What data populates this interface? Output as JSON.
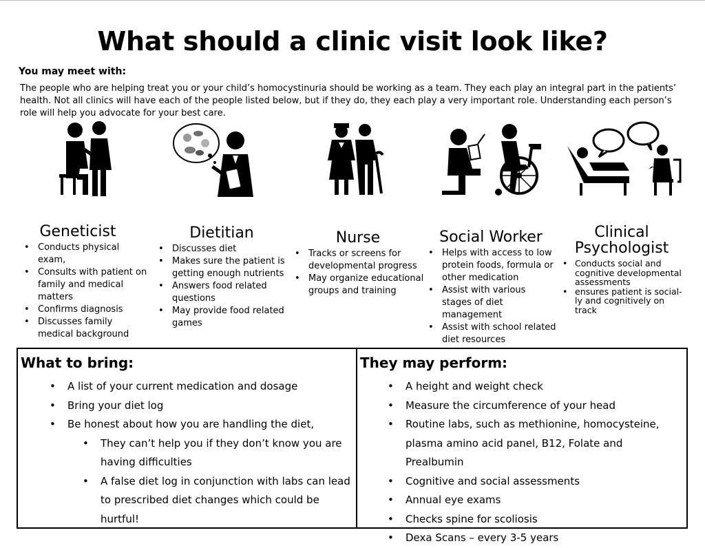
{
  "title": "What should a clinic visit look like?",
  "intro": {
    "heading": "You may meet with:",
    "text": "The people who are helping treat you or your child’s homocystinuria should be working as a team. They each play an integral part in the patients’ health. Not all clinics will have each of the people listed below, but if they do, they each play a very important role.  Understanding each person’s role will help you advocate for your best care."
  },
  "icons": [
    "doctor-patient-icon",
    "dietitian-icon",
    "nurse-icon",
    "social-worker-icon",
    "psychologist-icon"
  ],
  "roles": {
    "geneticist": {
      "title": "Geneticist",
      "items": [
        "Conducts physical exam,",
        "Consults with patient on family and medical matters",
        "Confirms diagnosis",
        "Discusses family medical background"
      ]
    },
    "dietitian": {
      "title": "Dietitian",
      "items": [
        "Discusses diet",
        "Makes sure the patient is getting enough nutrients",
        "Answers food related questions",
        "May provide food related games"
      ]
    },
    "nurse": {
      "title": "Nurse",
      "items": [
        "Tracks or screens for developmental progress",
        "May organize educational groups and training"
      ]
    },
    "social_worker": {
      "title": "Social Worker",
      "items": [
        "Helps with access to low protein foods, formula or other medication",
        "Assist with various stages of diet management",
        "Assist with school related diet resources"
      ]
    },
    "psychologist": {
      "title_line1": "Clinical",
      "title_line2": "Psychologist",
      "items": [
        "Conducts social and cognitive developmental assessments",
        "ensures patient is social-ly and cognitively on track"
      ]
    }
  },
  "bring": {
    "title": "What to bring:",
    "items": [
      "A list of your current medication and dosage",
      "Bring your diet log",
      "Be honest about how you are handling the diet,"
    ],
    "sub_items": [
      "They can’t help you if they don’t know you are having difficulties",
      "A false diet log in conjunction with labs can lead to prescribed diet changes which could be hurtful!"
    ]
  },
  "perform": {
    "title": "They may perform:",
    "items": [
      "A height and weight check",
      "Measure the circumference of your head",
      "Routine labs, such as methionine, homocysteine, plasma  amino acid panel, B12, Folate and Prealbumin",
      "Cognitive and social assessments",
      "Annual eye exams",
      "Checks spine for scoliosis",
      "Dexa Scans – every 3-5 years"
    ]
  }
}
